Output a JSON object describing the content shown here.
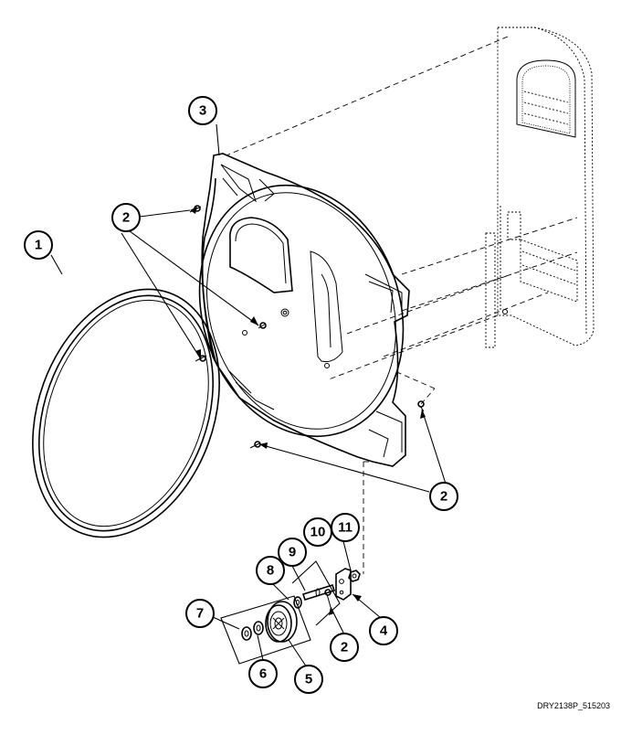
{
  "callouts": {
    "c1": "1",
    "c2a": "2",
    "c2b": "2",
    "c2c": "2",
    "c3": "3",
    "c4": "4",
    "c5": "5",
    "c6": "6",
    "c7": "7",
    "c8": "8",
    "c9": "9",
    "c10": "10",
    "c11": "11"
  },
  "figure_code": "DRY2138P_515203"
}
